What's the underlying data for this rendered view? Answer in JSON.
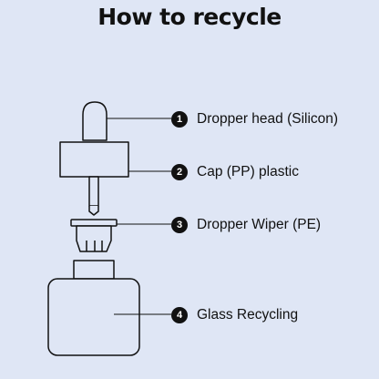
{
  "title": "How to recycle",
  "steps": [
    {
      "number": "1",
      "label": "Dropper head (Silicon)"
    },
    {
      "number": "2",
      "label": "Cap (PP) plastic"
    },
    {
      "number": "3",
      "label": "Dropper Wiper (PE)"
    },
    {
      "number": "4",
      "label": "Glass Recycling"
    }
  ],
  "colors": {
    "background": "#dfe6f5",
    "ink": "#111111"
  }
}
